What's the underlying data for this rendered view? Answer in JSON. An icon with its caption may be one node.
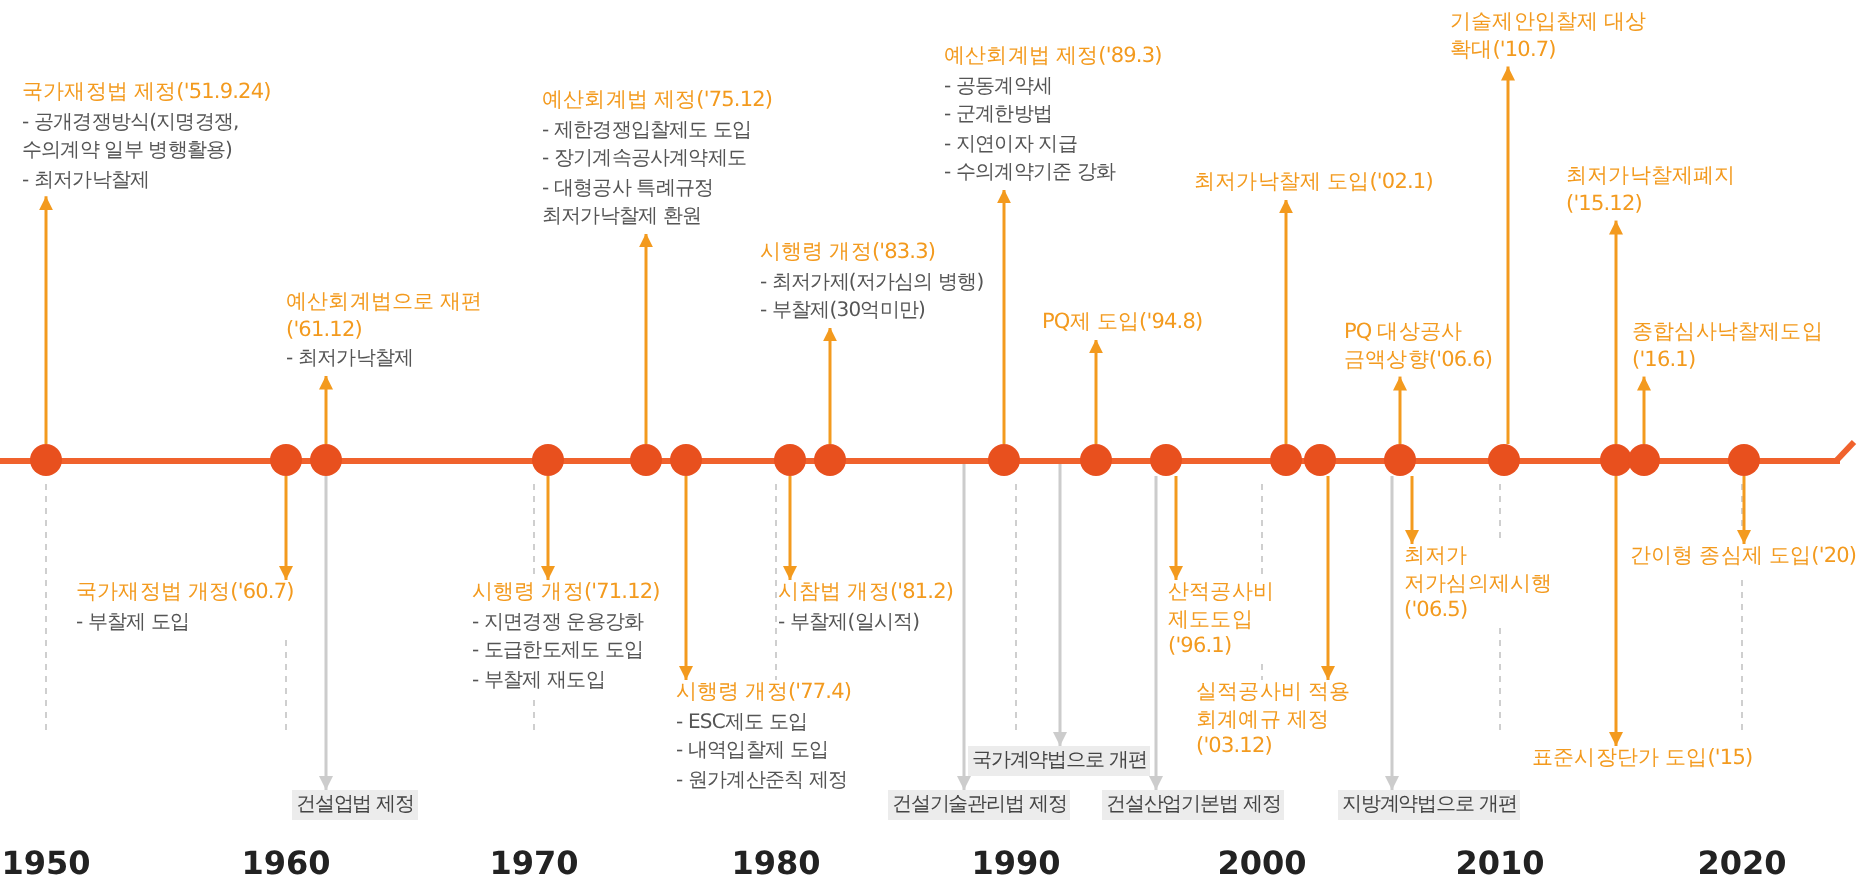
{
  "diagram": {
    "nodes": [
      {
        "text": [],
        "shape": "circle"
      },
      {
        "text": [],
        "shape": "circle"
      },
      {
        "text": [],
        "shape": "circle"
      },
      {
        "text": [],
        "shape": "circle"
      },
      {
        "text": [],
        "shape": "circle"
      },
      {
        "text": [],
        "shape": "circle"
      },
      {
        "text": [],
        "shape": "circle"
      },
      {
        "text": [],
        "shape": "circle"
      },
      {
        "text": [],
        "shape": "circle"
      },
      {
        "text": [],
        "shape": "circle"
      },
      {
        "text": [],
        "shape": "circle"
      },
      {
        "text": [],
        "shape": "circle"
      },
      {
        "text": [],
        "shape": "circle"
      },
      {
        "text": [],
        "shape": "circle"
      },
      {
        "text": [],
        "shape": "circle"
      },
      {
        "text": [],
        "shape": "circle"
      },
      {
        "text": [],
        "shape": "circle"
      },
      {
        "text": [],
        "shape": "circle"
      },
      {
        "text": [
          "국가재정법 제정('51.9.24)",
          "- 공개경쟁방식(지명경쟁, 수의계약 일부 병행활용)",
          "- 최저가낙찰제"
        ]
      },
      {
        "text": [
          "예산회계법으로 재편('61.12)",
          "- 최저가낙찰제"
        ]
      },
      {
        "text": [
          "예산회계법 제정('75.12)",
          "- 제한경쟁입찰제도 도입",
          "- 장기계속공사계약제도",
          "- 대형공사 특례규정 최저가낙찰제 환원"
        ]
      },
      {
        "text": [
          "시행령 개정('83.3)",
          "- 최저가제(저가심의 병행)",
          "- 부찰제(30억미만)"
        ]
      },
      {
        "text": [
          "예산회계법 제정('89.3)",
          "- 공동계약세",
          "- 군계한방법",
          "- 지연이자 지급",
          "- 수의계약기준 강화"
        ]
      },
      {
        "text": [
          "PQ제 도입('94.8)"
        ]
      },
      {
        "text": [
          "최저가낙찰제 도입('02.1)"
        ]
      },
      {
        "text": [
          "PQ 대상공사 금액상향('06.6)"
        ]
      },
      {
        "text": [
          "기술제안입찰제 대상 확대('10.7)"
        ]
      },
      {
        "text": [
          "최저가낙찰제폐지 ('15.12)"
        ]
      },
      {
        "text": [
          "종합심사낙찰제도입 ('16.1)"
        ]
      },
      {
        "text": [
          "국가재정법 개정('60.7)",
          "- 부찰제 도입"
        ]
      },
      {
        "text": [
          "시행령 개정('71.12)",
          "- 지면경쟁 운용강화",
          "- 도급한도제도 도입",
          "- 부찰제 재도입"
        ]
      },
      {
        "text": [
          "시행령 개정('77.4)",
          "- ESC제도 도입",
          "- 내역입찰제 도입",
          "- 원가계산준칙 제정"
        ]
      },
      {
        "text": [
          "시참법 개정('81.2)",
          "- 부찰제(일시적)"
        ]
      },
      {
        "text": [
          "산적공사비 제도도입('96.1)"
        ]
      },
      {
        "text": [
          "실적공사비 적용 회계예규 제정('03.12)"
        ]
      },
      {
        "text": [
          "최저가 저가심의제시행('06.5)"
        ]
      },
      {
        "text": [
          "표준시장단가 도입('15)"
        ]
      },
      {
        "text": [
          "간이형 종심제 도입('20)"
        ]
      },
      {
        "text": [
          "건설업법 제정"
        ]
      },
      {
        "text": [
          "건설기술관리법 제정"
        ]
      },
      {
        "text": [
          "국가계약법으로 개편"
        ]
      },
      {
        "text": [
          "건설산업기본법 제정"
        ]
      },
      {
        "text": [
          "지방계약법으로 개편"
        ]
      },
      {
        "text": [],
        "shape": "bar"
      }
    ],
    "edges": [
      {
        "from": 0,
        "to": 18,
        "arrow": "to"
      },
      {
        "from": 1,
        "to": 29,
        "arrow": "to"
      },
      {
        "from": 2,
        "to": 19,
        "arrow": "to"
      },
      {
        "from": 2,
        "to": 38,
        "arrow": "to",
        "color": "#cccccc"
      },
      {
        "from": 3,
        "to": 30,
        "arrow": "to"
      },
      {
        "from": 4,
        "to": 20,
        "arrow": "to"
      },
      {
        "from": 5,
        "to": 31,
        "arrow": "to"
      },
      {
        "from": 6,
        "to": 32,
        "arrow": "to"
      },
      {
        "from": 7,
        "to": 21,
        "arrow": "to"
      },
      {
        "from": 43,
        "to": 39,
        "arrow": "to",
        "color": "#cccccc"
      },
      {
        "from": 8,
        "to": 22,
        "arrow": "to"
      },
      {
        "from": 9,
        "to": 23,
        "arrow": "to"
      },
      {
        "from": 43,
        "to": 40,
        "arrow": "to",
        "color": "#cccccc"
      },
      {
        "from": 10,
        "to": 33,
        "arrow": "to"
      },
      {
        "from": 10,
        "to": 41,
        "arrow": "to",
        "color": "#cccccc"
      },
      {
        "from": 11,
        "to": 24,
        "arrow": "to"
      },
      {
        "from": 12,
        "to": 34,
        "arrow": "to"
      },
      {
        "from": 13,
        "to": 25,
        "arrow": "to"
      },
      {
        "from": 13,
        "to": 35,
        "arrow": "to"
      },
      {
        "from": 13,
        "to": 42,
        "arrow": "to",
        "color": "#cccccc"
      },
      {
        "from": 14,
        "to": 26,
        "arrow": "to"
      },
      {
        "from": 15,
        "to": 27,
        "arrow": "to"
      },
      {
        "from": 15,
        "to": 36,
        "arrow": "to"
      },
      {
        "from": 16,
        "to": 28,
        "arrow": "to"
      },
      {
        "from": 17,
        "to": 37,
        "arrow": "to"
      }
    ],
    "labels": [
      "1950",
      "1960",
      "1970",
      "1980",
      "1990",
      "2000",
      "2010",
      "2020"
    ]
  }
}
